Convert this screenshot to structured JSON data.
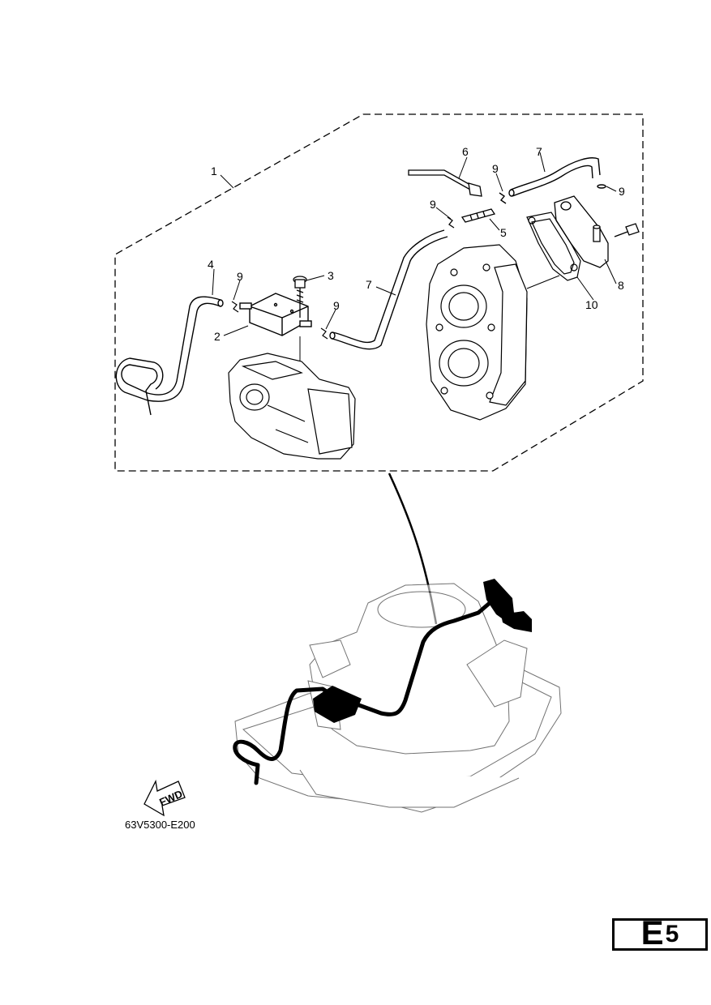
{
  "callouts": {
    "c1": "1",
    "c2": "2",
    "c3": "3",
    "c4": "4",
    "c5": "5",
    "c6": "6",
    "c7a": "7",
    "c7b": "7",
    "c8": "8",
    "c9a": "9",
    "c9b": "9",
    "c9c": "9",
    "c9d": "9",
    "c9e": "9",
    "c10": "10"
  },
  "fwd_label": "FWD",
  "figure_code": "63V5300-E200",
  "section": {
    "letter": "E",
    "number": "5"
  }
}
